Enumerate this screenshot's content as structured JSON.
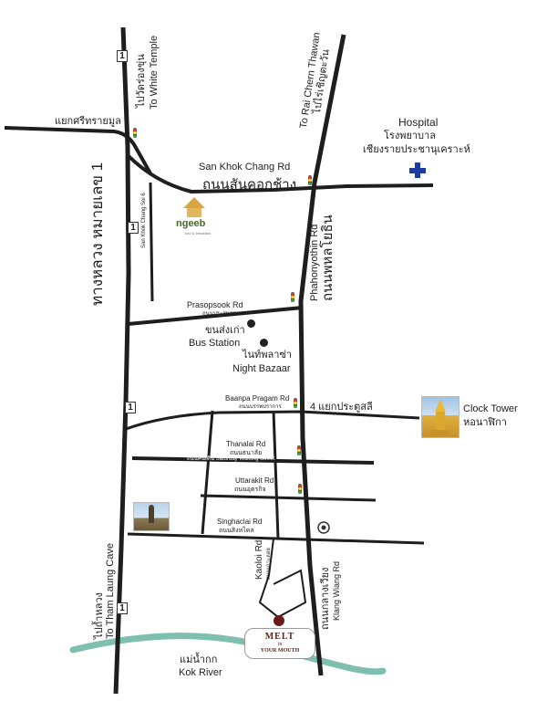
{
  "route_badge": "1",
  "roads": {
    "highway_th": "ทางหลวง หมายเลข 1",
    "white_temple_th": "ไปวัดร่องขุ่น",
    "white_temple_en": "To White Temple",
    "rai_chern_en": "To Rai Chern Thawan",
    "rai_chern_th": "ไปไร่เชิญตะวัน",
    "junction_th": "แยกศรีทรายมูล",
    "san_khok_en": "San Khok Chang Rd",
    "san_khok_th": "ถนนสันคอกช้าง",
    "san_khok_soi": "San Khok Chang Soi 6",
    "phahonyothin_en": "Phahonyothin Rd",
    "phahonyothin_th": "ถนนพหลโยธิน",
    "prasopsook_en": "Prasopsook Rd",
    "prasopsook_th": "ถนนประสพสุข",
    "baanpa_en": "Baanpa Pragam Rd",
    "baanpa_th": "ถนนบรรพปราการ",
    "clock_junction_th": "4 แยกประตูสลี",
    "thanalai_en": "Thanalai Rd",
    "thanalai_th": "ถนนธนาลัย",
    "walking_street": "ถนนคนเดิน Saturday Walking Street",
    "uttarakit_en": "Uttarakit Rd",
    "uttarakit_th": "ถนนอุตรกิจ",
    "singhaclai_en": "Singhaclai Rd",
    "singhaclai_th": "ถนนสิงหไคล",
    "kaoloi_en": "Kaoloi Rd",
    "kaoloi_th": "ถนนเกาะลอย",
    "klang_wiang_th": "ถนนกลางเวียง",
    "klang_wiang_en": "Klang Wiang Rd",
    "tham_luang_th": "ไปถ้ำหลวง",
    "tham_luang_en": "To Tham Laung Cave",
    "river_th": "แม่น้ำกก",
    "river_en": "Kok River"
  },
  "places": {
    "hospital_en": "Hospital",
    "hospital_th1": "โรงพยาบาล",
    "hospital_th2": "เชียงรายประชานุเคราะห์",
    "bus_th": "ขนส่งเก่า",
    "bus_en": "Bus Station",
    "night_th": "ไนท์พลาซ่า",
    "night_en": "Night Bazaar",
    "clock_en": "Clock Tower",
    "clock_th": "หอนาฬิกา",
    "ngeeb_name": "ngeeb",
    "ngeeb_sub": "bed & breakfast",
    "melt_line1": "MELT",
    "melt_line2": "in",
    "melt_line3": "YOUR MOUTH"
  },
  "colors": {
    "road": "#1e1e1e",
    "river": "#7fbfb0",
    "hospital": "#1a3ea0",
    "melt_dot": "#6b1a1a"
  }
}
